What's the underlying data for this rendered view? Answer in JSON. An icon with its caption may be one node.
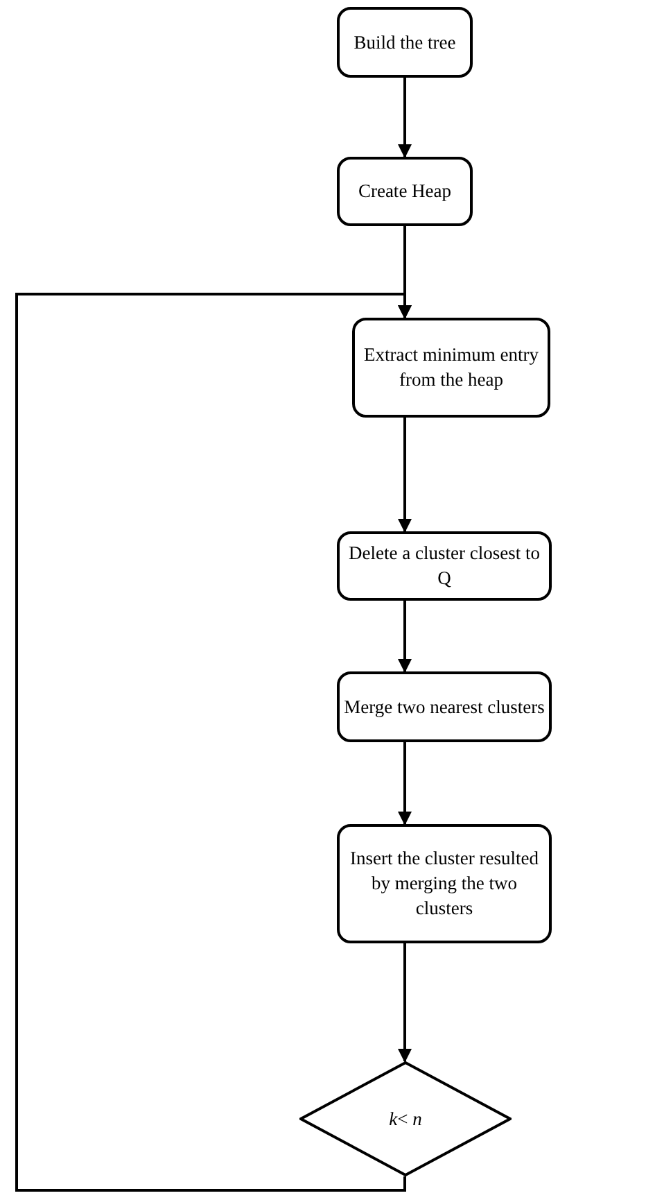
{
  "diagram": {
    "nodes": [
      {
        "text": [
          "Build the tree"
        ]
      },
      {
        "text": [
          "Create Heap"
        ]
      },
      {
        "text": [
          "Extract minimum entry from the heap"
        ]
      },
      {
        "text": [
          "Delete a cluster closest to Q"
        ]
      },
      {
        "text": [
          "Merge two nearest clusters"
        ]
      },
      {
        "text": [
          "Insert the  cluster resulted by merging the two clusters"
        ]
      },
      {
        "text": [
          "*k*< *n*"
        ]
      }
    ],
    "edges": [
      {
        "from": 0,
        "to": 1,
        "arrow": "to"
      },
      {
        "from": 1,
        "to": 2,
        "arrow": "to"
      },
      {
        "from": 2,
        "to": 3,
        "arrow": "to"
      },
      {
        "from": 3,
        "to": 4,
        "arrow": "to"
      },
      {
        "from": 4,
        "to": 5,
        "arrow": "to"
      },
      {
        "from": 5,
        "to": 6,
        "arrow": "to"
      },
      {
        "from": 6,
        "to": 2,
        "arrow": "to"
      }
    ]
  }
}
